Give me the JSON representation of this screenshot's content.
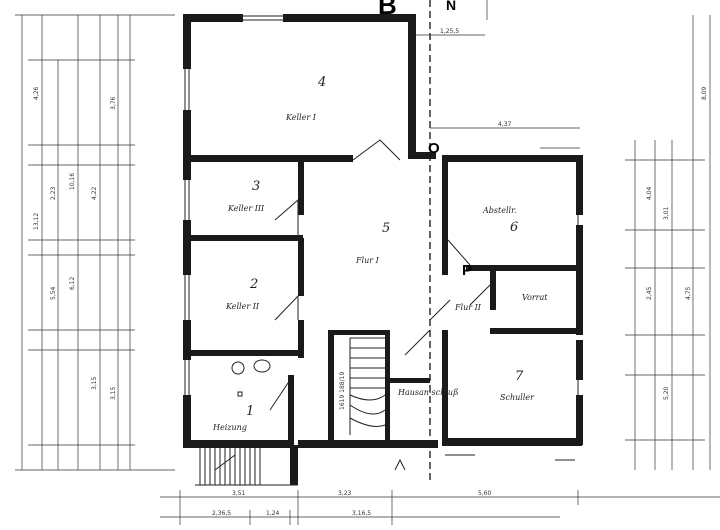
{
  "markers": {
    "b": "B",
    "n": "N",
    "o": "O",
    "p": "P"
  },
  "rooms": [
    {
      "num": "4",
      "name": "Keller I"
    },
    {
      "num": "3",
      "name": "Keller III"
    },
    {
      "num": "2",
      "name": "Keller II"
    },
    {
      "num": "1",
      "name": "Heizung"
    },
    {
      "num": "5",
      "name": "Flur I"
    },
    {
      "num": "6",
      "name": "Abstellr."
    },
    {
      "num": "7",
      "name": "Schuller"
    },
    {
      "name": "Flur II"
    },
    {
      "name": "Vorrat"
    },
    {
      "name": "Hausan-schluß"
    }
  ],
  "dims_bottom": [
    "3,51",
    "3,23",
    "5,60"
  ],
  "dims_bottom2": [
    "2,36,5",
    "1,24",
    "3,16,5"
  ],
  "dims_top_right": [
    "1,25,5",
    "4,37"
  ]
}
